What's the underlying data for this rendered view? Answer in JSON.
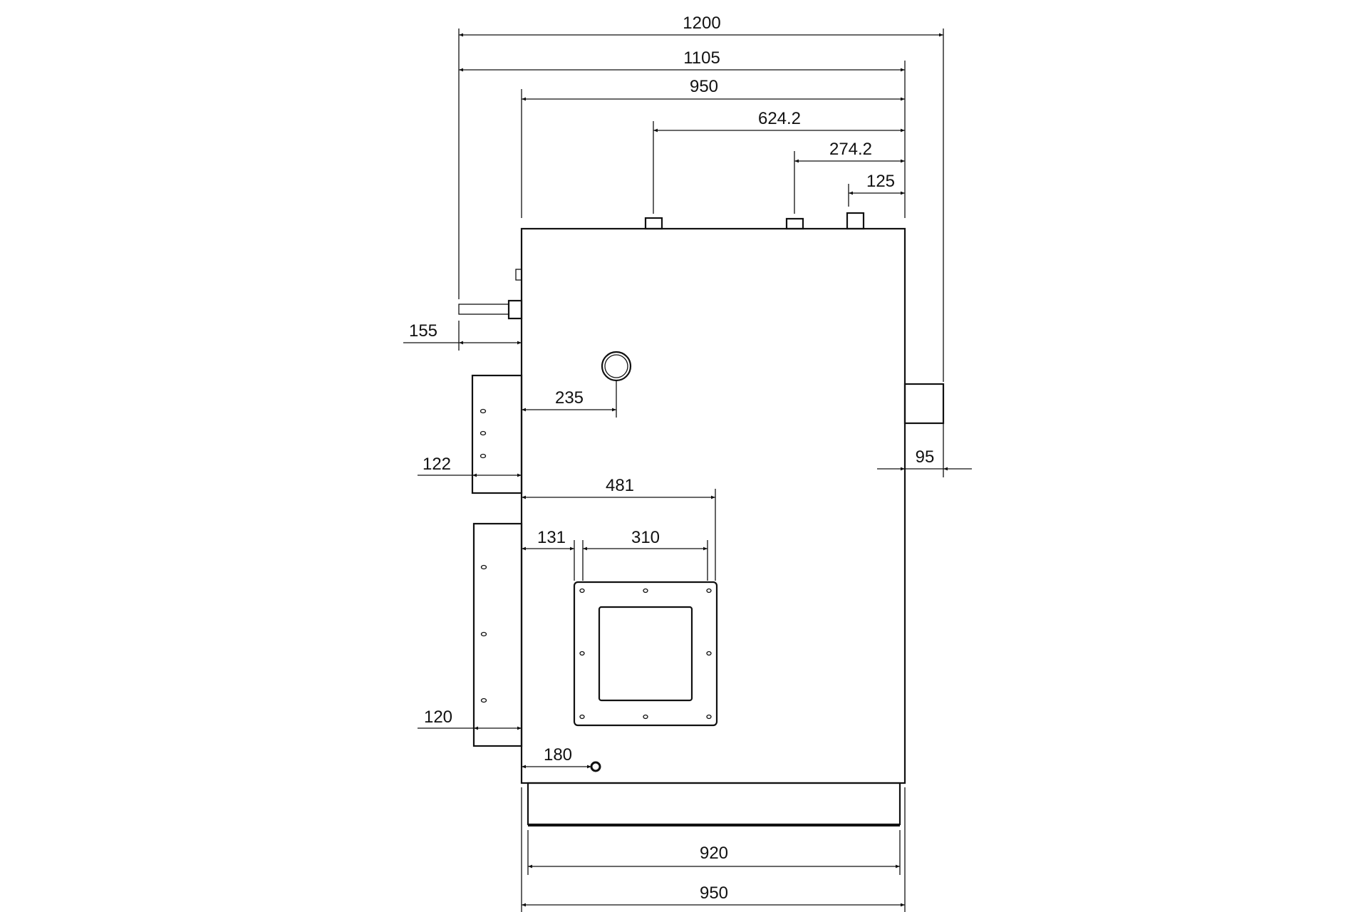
{
  "dimensions": {
    "overall_width": "1200",
    "width_with_pipe": "1105",
    "top_body_width": "950",
    "nozzle_1": "624.2",
    "nozzle_2": "274.2",
    "nozzle_3": "125",
    "pipe_left": "155",
    "port_offset": "235",
    "box_upper": "122",
    "right_outlet": "95",
    "flange_outer": "481",
    "flange_offset": "131",
    "flange_width": "310",
    "box_lower": "120",
    "drain_offset": "180",
    "base_width": "920",
    "bottom_body_width": "950"
  },
  "colors": {
    "line": "#111111",
    "background": "#ffffff"
  }
}
